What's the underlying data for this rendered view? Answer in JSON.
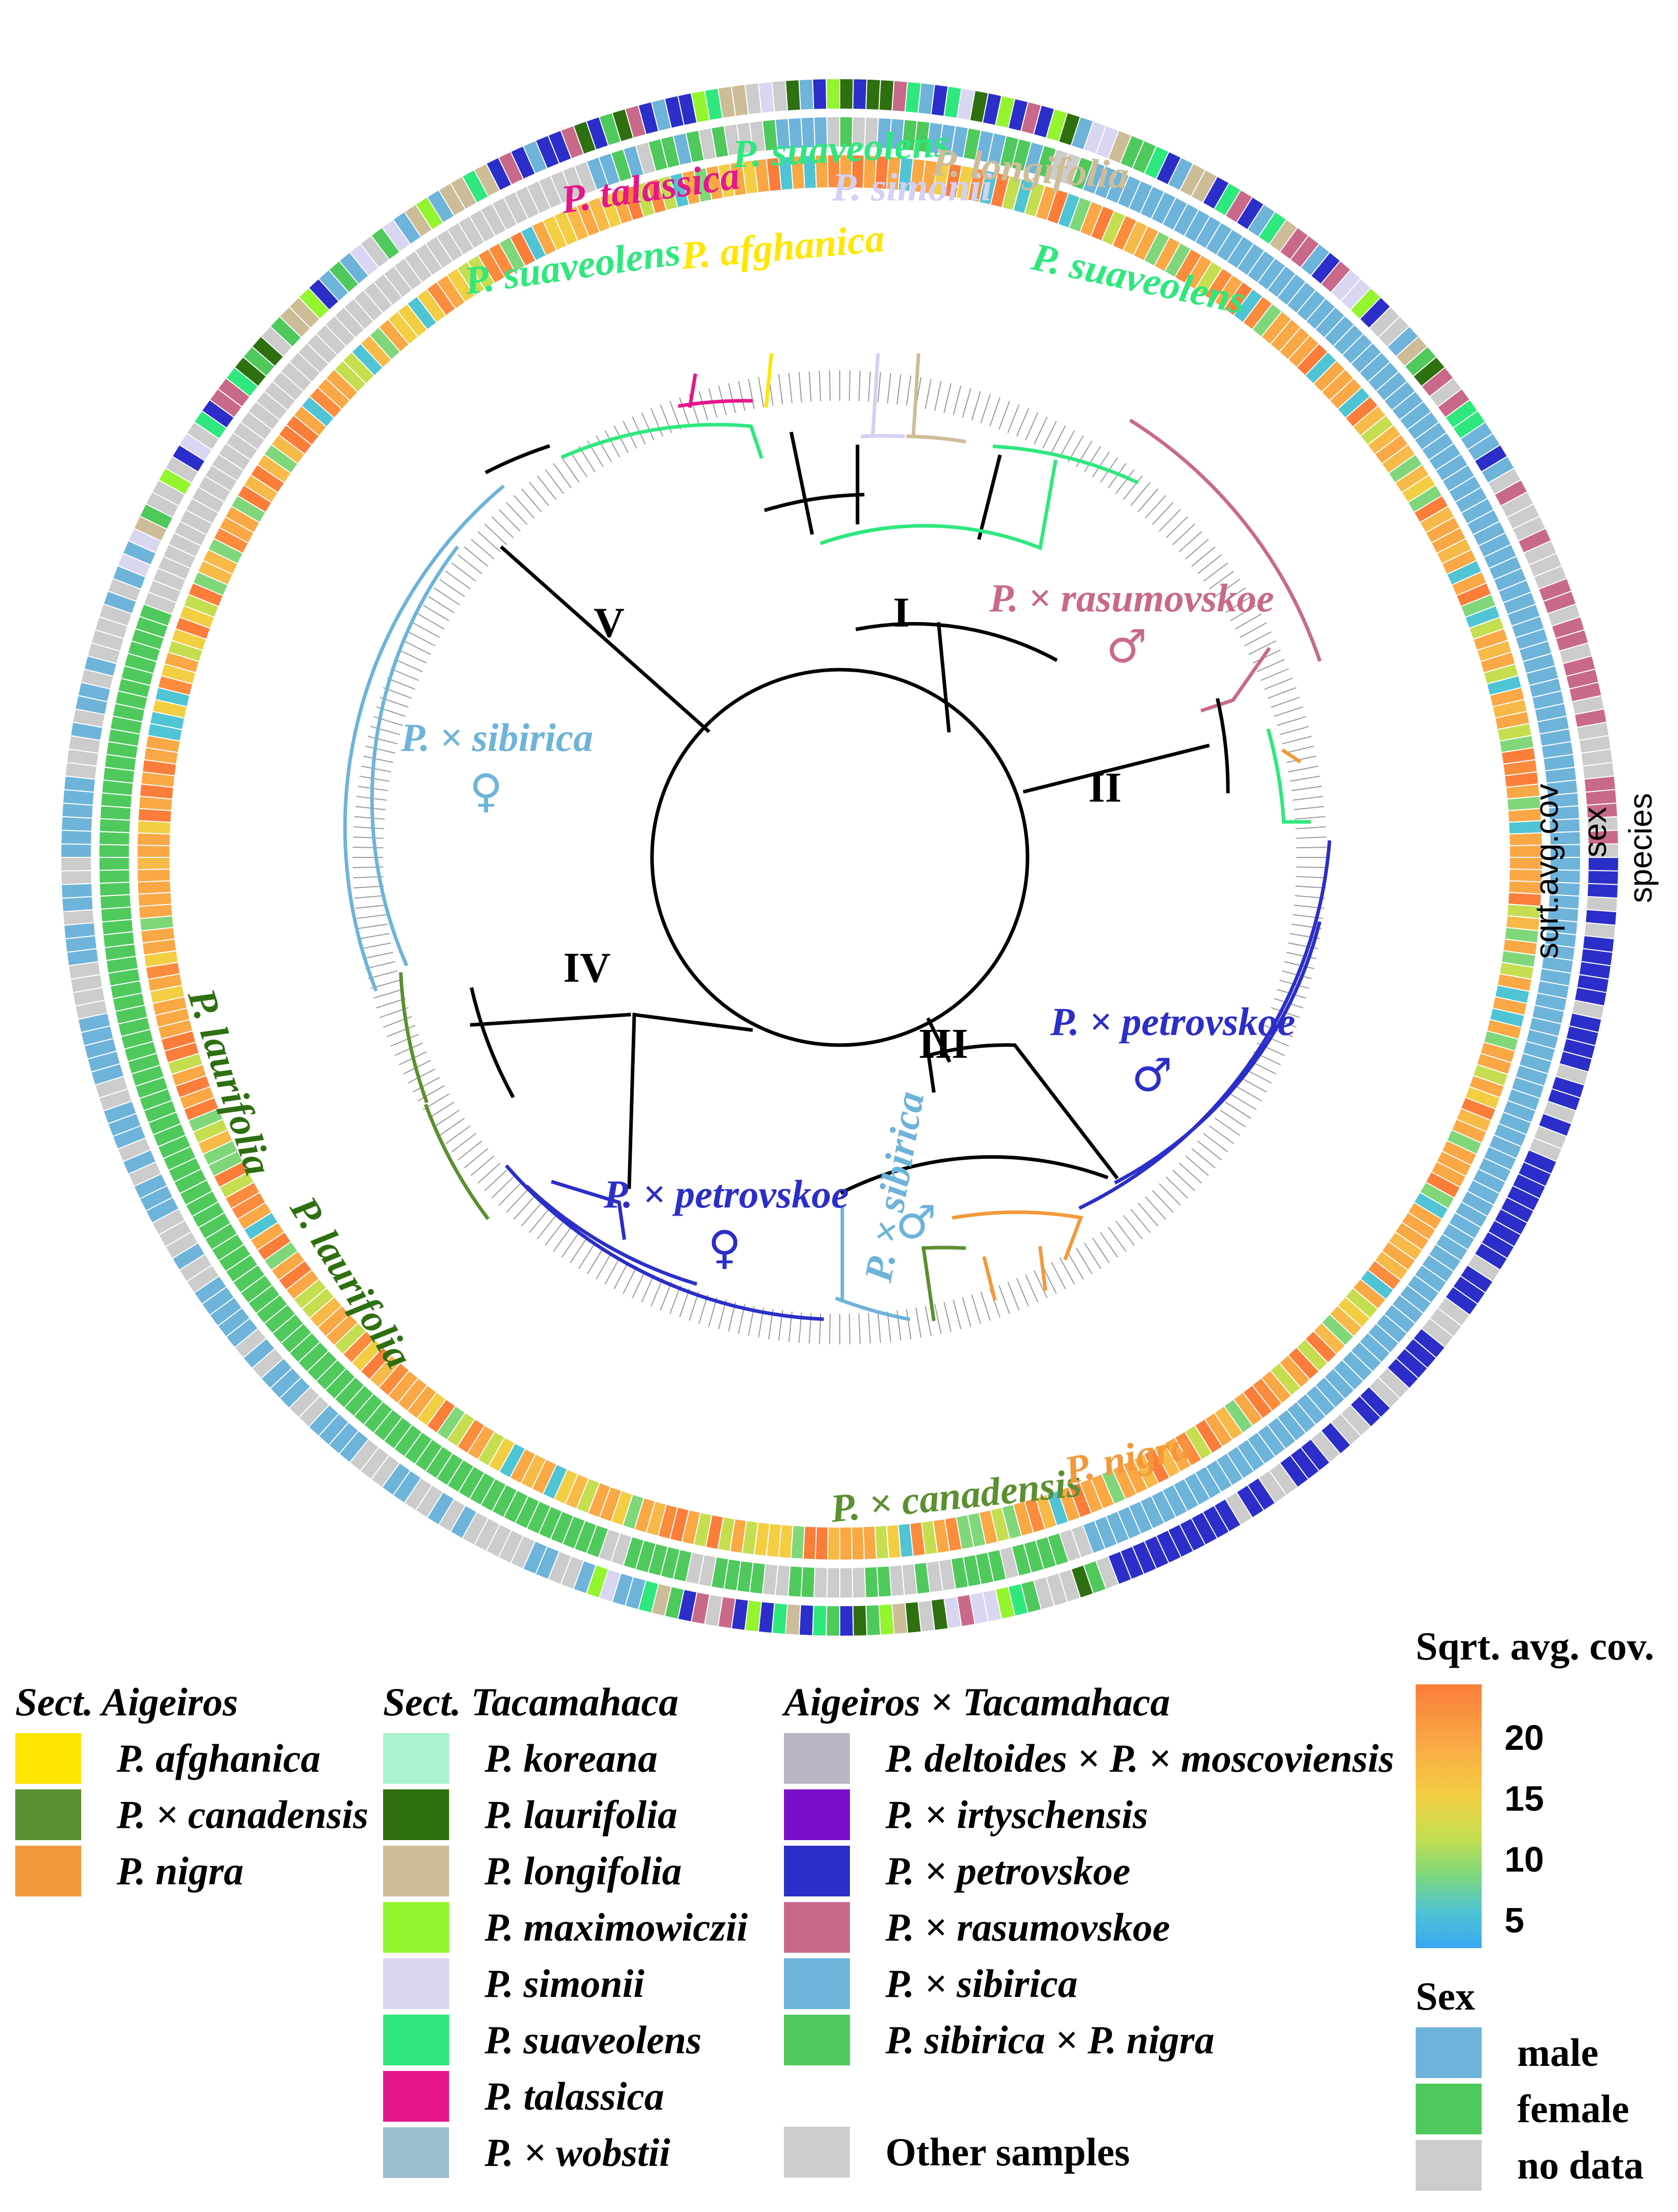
{
  "tree": {
    "clades": [
      "I",
      "II",
      "III",
      "IV",
      "V"
    ],
    "colors": {
      "suaveolens": "#2ee87d",
      "talassica": "#e5168b",
      "afghanica": "#ffe600",
      "simonii": "#d3d0f2",
      "longifolia": "#cdbc98",
      "rasumovskoe": "#c9698a",
      "sibirica": "#6db3da",
      "petrovskoe": "#2b2ec9",
      "canadensis": "#5b8f30",
      "nigra": "#f3993b",
      "laurifolia": "#2e6f10",
      "black": "#000000"
    },
    "labels": {
      "talassica": "P. talassica",
      "suaveolens": "P. suaveolens",
      "simonii": "P. simonii",
      "longifolia": "P. longifolia",
      "afghanica": "P. afghanica",
      "rasumovskoe": "P. × rasumovskoe",
      "sibirica": "P. × sibirica",
      "petrovskoe": "P. × petrovskoe",
      "laurifolia": "P. laurifolia",
      "canadensis": "P. × canadensis",
      "nigra": "P. nigra",
      "male": "♂",
      "female": "♀"
    },
    "ring_labels": [
      "sqrt.avg.cov",
      "sex",
      "species"
    ]
  },
  "legend": {
    "aigeiros": {
      "title": "Sect. Aigeiros",
      "items": [
        {
          "label": "P. afghanica",
          "color": "#ffe600"
        },
        {
          "label": "P. × canadensis",
          "color": "#5b8f30"
        },
        {
          "label": "P. nigra",
          "color": "#f3993b"
        }
      ]
    },
    "tacamahaca": {
      "title": "Sect. Tacamahaca",
      "items": [
        {
          "label": "P. koreana",
          "color": "#a9f2d2"
        },
        {
          "label": "P. laurifolia",
          "color": "#2e6f10"
        },
        {
          "label": "P. longifolia",
          "color": "#cdbc98"
        },
        {
          "label": "P. maximowiczii",
          "color": "#93f52d"
        },
        {
          "label": "P. simonii",
          "color": "#d9d6f2"
        },
        {
          "label": "P. suaveolens",
          "color": "#2ee87d"
        },
        {
          "label": "P. talassica",
          "color": "#e5168b"
        },
        {
          "label": "P. × wobstii",
          "color": "#9cbfcf"
        }
      ]
    },
    "hybrid": {
      "title": "Aigeiros × Tacamahaca",
      "items": [
        {
          "label": "P. deltoides × P. × moscoviensis",
          "color": "#bcb4c2"
        },
        {
          "label": "P. × irtyschensis",
          "color": "#7a0ec9"
        },
        {
          "label": "P. × petrovskoe",
          "color": "#2b2ec9"
        },
        {
          "label": "P. × rasumovskoe",
          "color": "#c9698a"
        },
        {
          "label": "P. × sibirica",
          "color": "#6db3da"
        },
        {
          "label": "P. sibirica × P. nigra",
          "color": "#4fc95c"
        }
      ],
      "other": {
        "label": "Other samples",
        "color": "#cccccc"
      }
    },
    "coverage": {
      "title": "Sqrt. avg. cov.",
      "ticks": [
        "20",
        "15",
        "10",
        "5"
      ]
    },
    "sex": {
      "title": "Sex",
      "items": [
        {
          "label": "male",
          "color": "#6db3da"
        },
        {
          "label": "female",
          "color": "#4fc95c"
        },
        {
          "label": "no data",
          "color": "#cccccc"
        }
      ]
    }
  }
}
